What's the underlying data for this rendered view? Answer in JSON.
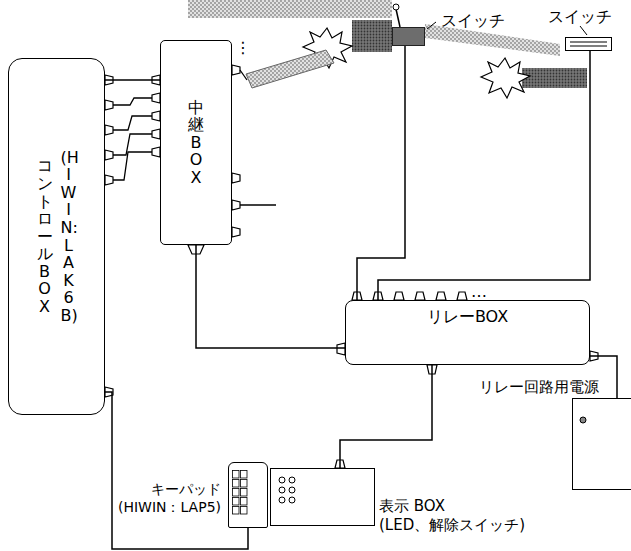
{
  "diagram": {
    "nodes": [
      {
        "text": [
          "スイッチ"
        ]
      },
      {
        "text": [
          "スイッチ"
        ]
      },
      {
        "text": [
          "コントロール BOX",
          "(HIWIN:LAK6B)"
        ]
      },
      {
        "text": [
          "中継 BOX"
        ]
      },
      {
        "text": [
          "リレーBOX"
        ]
      },
      {
        "text": [
          "リレー回路用電源"
        ]
      },
      {
        "text": [
          "キーパッド (HIWIN：LAP5)"
        ]
      },
      {
        "text": [
          "表示 BOX",
          "(LED、解除スイッチ)"
        ]
      }
    ],
    "edges": [
      {
        "from": 2,
        "to": 3,
        "arrow": "none"
      },
      {
        "from": 3,
        "to": 4,
        "arrow": "none"
      },
      {
        "from": 0,
        "to": 4,
        "arrow": "none"
      },
      {
        "from": 1,
        "to": 4,
        "arrow": "none"
      },
      {
        "from": 4,
        "to": 7,
        "arrow": "none"
      },
      {
        "from": 4,
        "to": 5,
        "arrow": "none"
      },
      {
        "from": 2,
        "to": 6,
        "arrow": "none"
      }
    ],
    "labels": [
      "⋮",
      "…"
    ]
  }
}
